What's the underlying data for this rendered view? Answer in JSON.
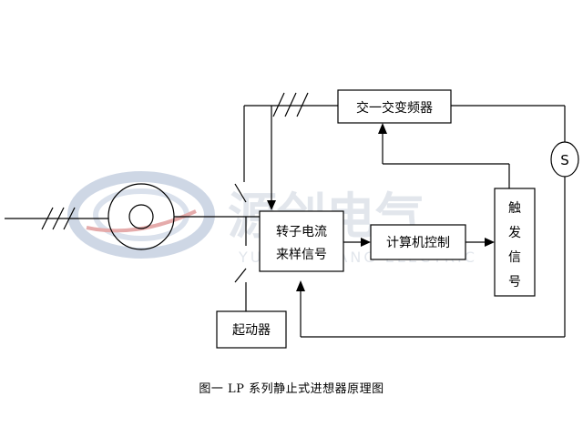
{
  "blocks": {
    "converter": "交一交变频器",
    "rotor_sampling_line1": "转子电流",
    "rotor_sampling_line2": "来样信号",
    "computer_control": "计算机控制",
    "trigger_signal_chars": [
      "触",
      "发",
      "信",
      "号"
    ],
    "starter": "起动器",
    "sync_symbol": "S"
  },
  "watermark": {
    "main_text": "源创电气",
    "sub_text": "YUAN CHUANG ELECTRIC"
  },
  "caption": "图一    LP 系列静止式进想器原理图",
  "colors": {
    "line": "#000000",
    "watermark_ring": "#c9d3e3",
    "watermark_accent": "#e3a3a3",
    "watermark_text": "#dfe4ea"
  }
}
